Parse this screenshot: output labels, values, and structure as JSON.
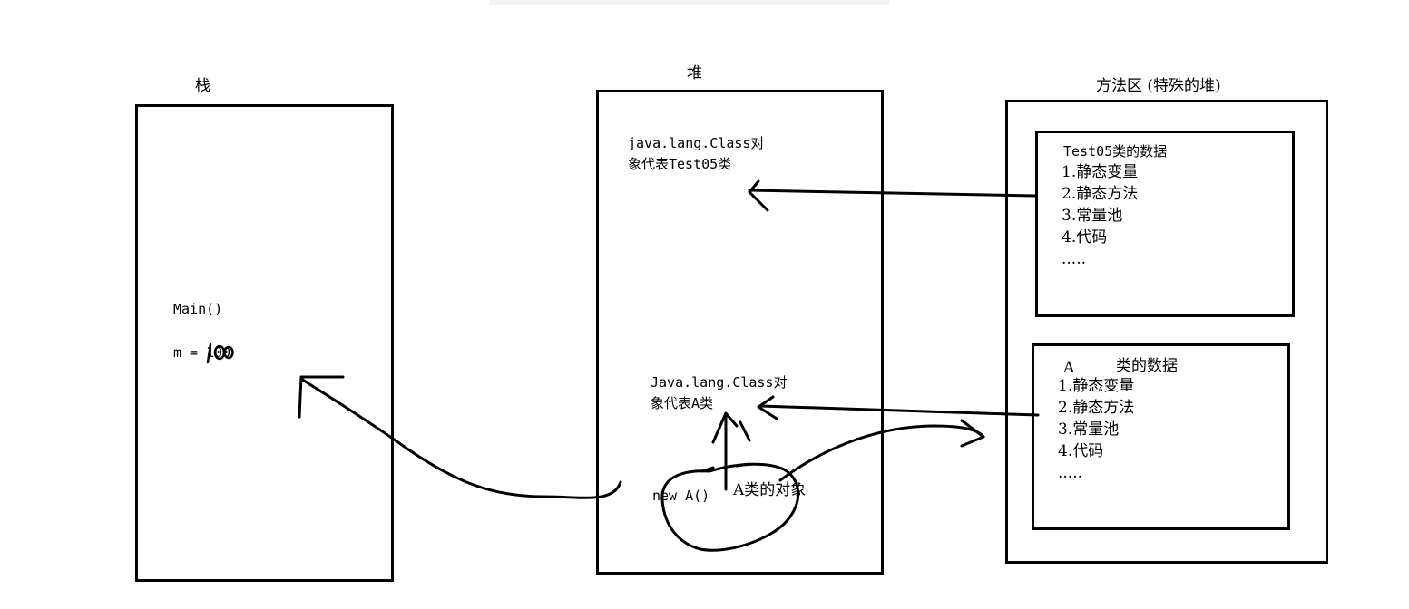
{
  "stack": {
    "title": "栈",
    "main": "Main()",
    "var": "m = 100"
  },
  "heap": {
    "title": "堆",
    "class_obj_test05": [
      "java.lang.Class对",
      "象代表Test05类"
    ],
    "class_obj_a": [
      "Java.lang.Class对",
      "象代表A类"
    ],
    "new_a": "new A()",
    "a_object": "A类的对象"
  },
  "method_area": {
    "title": "方法区 (特殊的堆)",
    "test05": {
      "header": "Test05类的数据",
      "items": [
        "1.静态变量",
        "2.静态方法",
        "3.常量池",
        "4.代码",
        "....."
      ]
    },
    "a": {
      "header_name": "A",
      "header_suffix": "类的数据",
      "items": [
        "1.静态变量",
        "2.静态方法",
        "3.常量池",
        "4.代码",
        "....."
      ]
    }
  }
}
